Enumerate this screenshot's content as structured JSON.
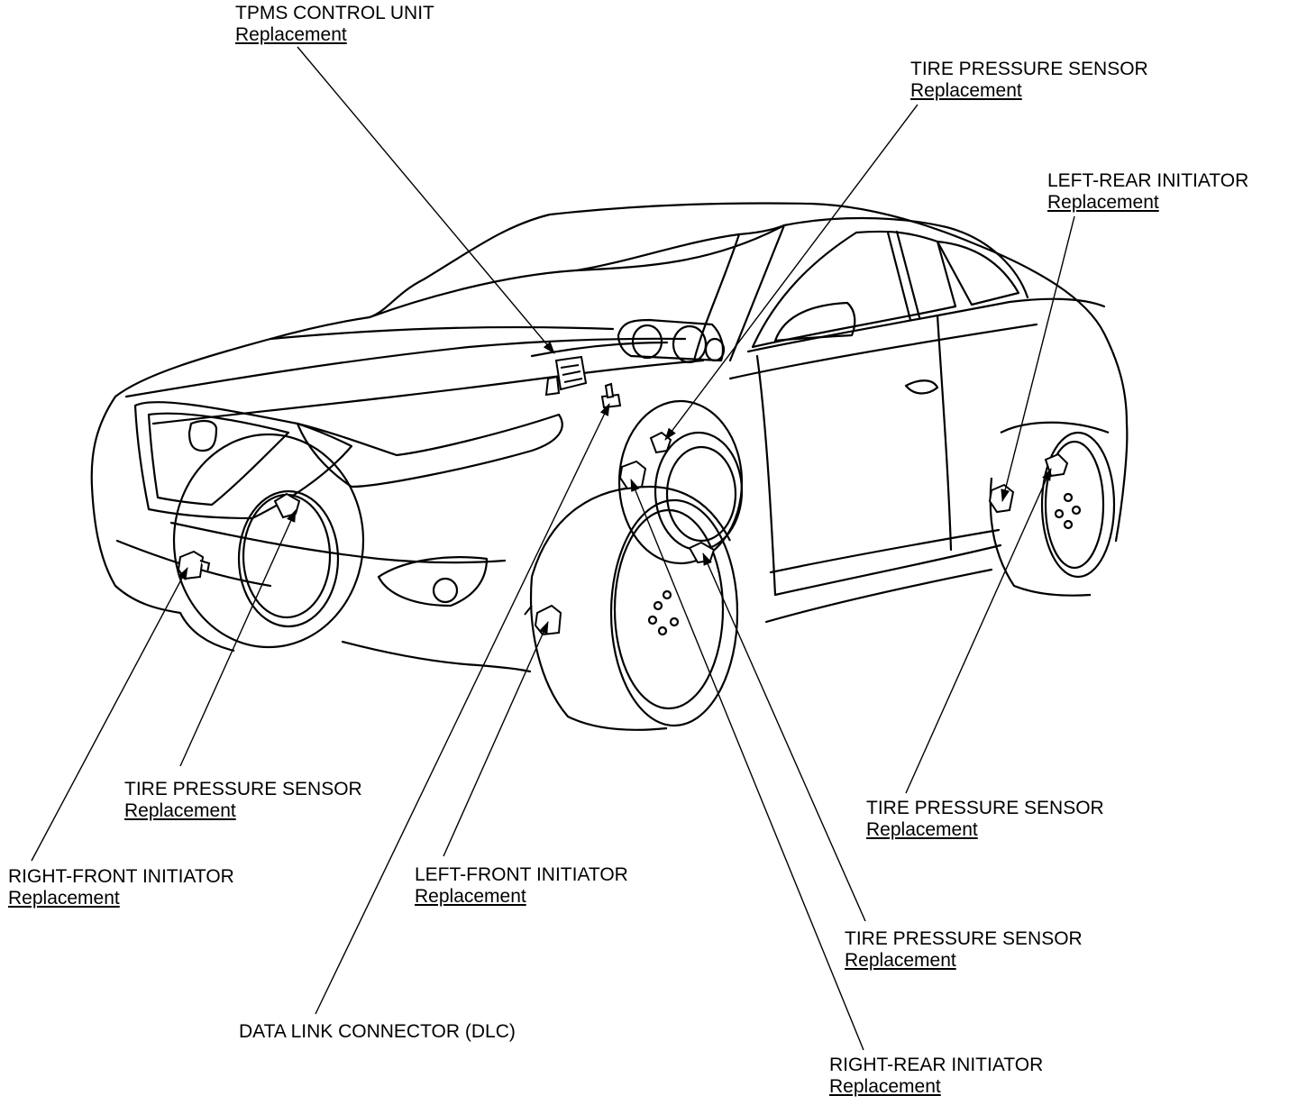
{
  "callouts": {
    "tpms_control_unit": {
      "title": "TPMS CONTROL UNIT",
      "link": "Replacement"
    },
    "tire_pressure_sensor_top": {
      "title": "TIRE PRESSURE SENSOR",
      "link": "Replacement"
    },
    "left_rear_initiator": {
      "title": "LEFT-REAR INITIATOR",
      "link": "Replacement"
    },
    "tire_pressure_sensor_front": {
      "title": "TIRE PRESSURE SENSOR",
      "link": "Replacement"
    },
    "right_front_initiator": {
      "title": "RIGHT-FRONT INITIATOR",
      "link": "Replacement"
    },
    "left_front_initiator": {
      "title": "LEFT-FRONT INITIATOR",
      "link": "Replacement"
    },
    "tire_pressure_sensor_rear": {
      "title": "TIRE PRESSURE SENSOR",
      "link": "Replacement"
    },
    "tire_pressure_sensor_mid": {
      "title": "TIRE PRESSURE SENSOR",
      "link": "Replacement"
    },
    "data_link_connector": {
      "title": "DATA LINK CONNECTOR (DLC)"
    },
    "right_rear_initiator": {
      "title": "RIGHT-REAR INITIATOR",
      "link": "Replacement"
    }
  },
  "style": {
    "line_color": "#000000",
    "background": "#ffffff"
  }
}
